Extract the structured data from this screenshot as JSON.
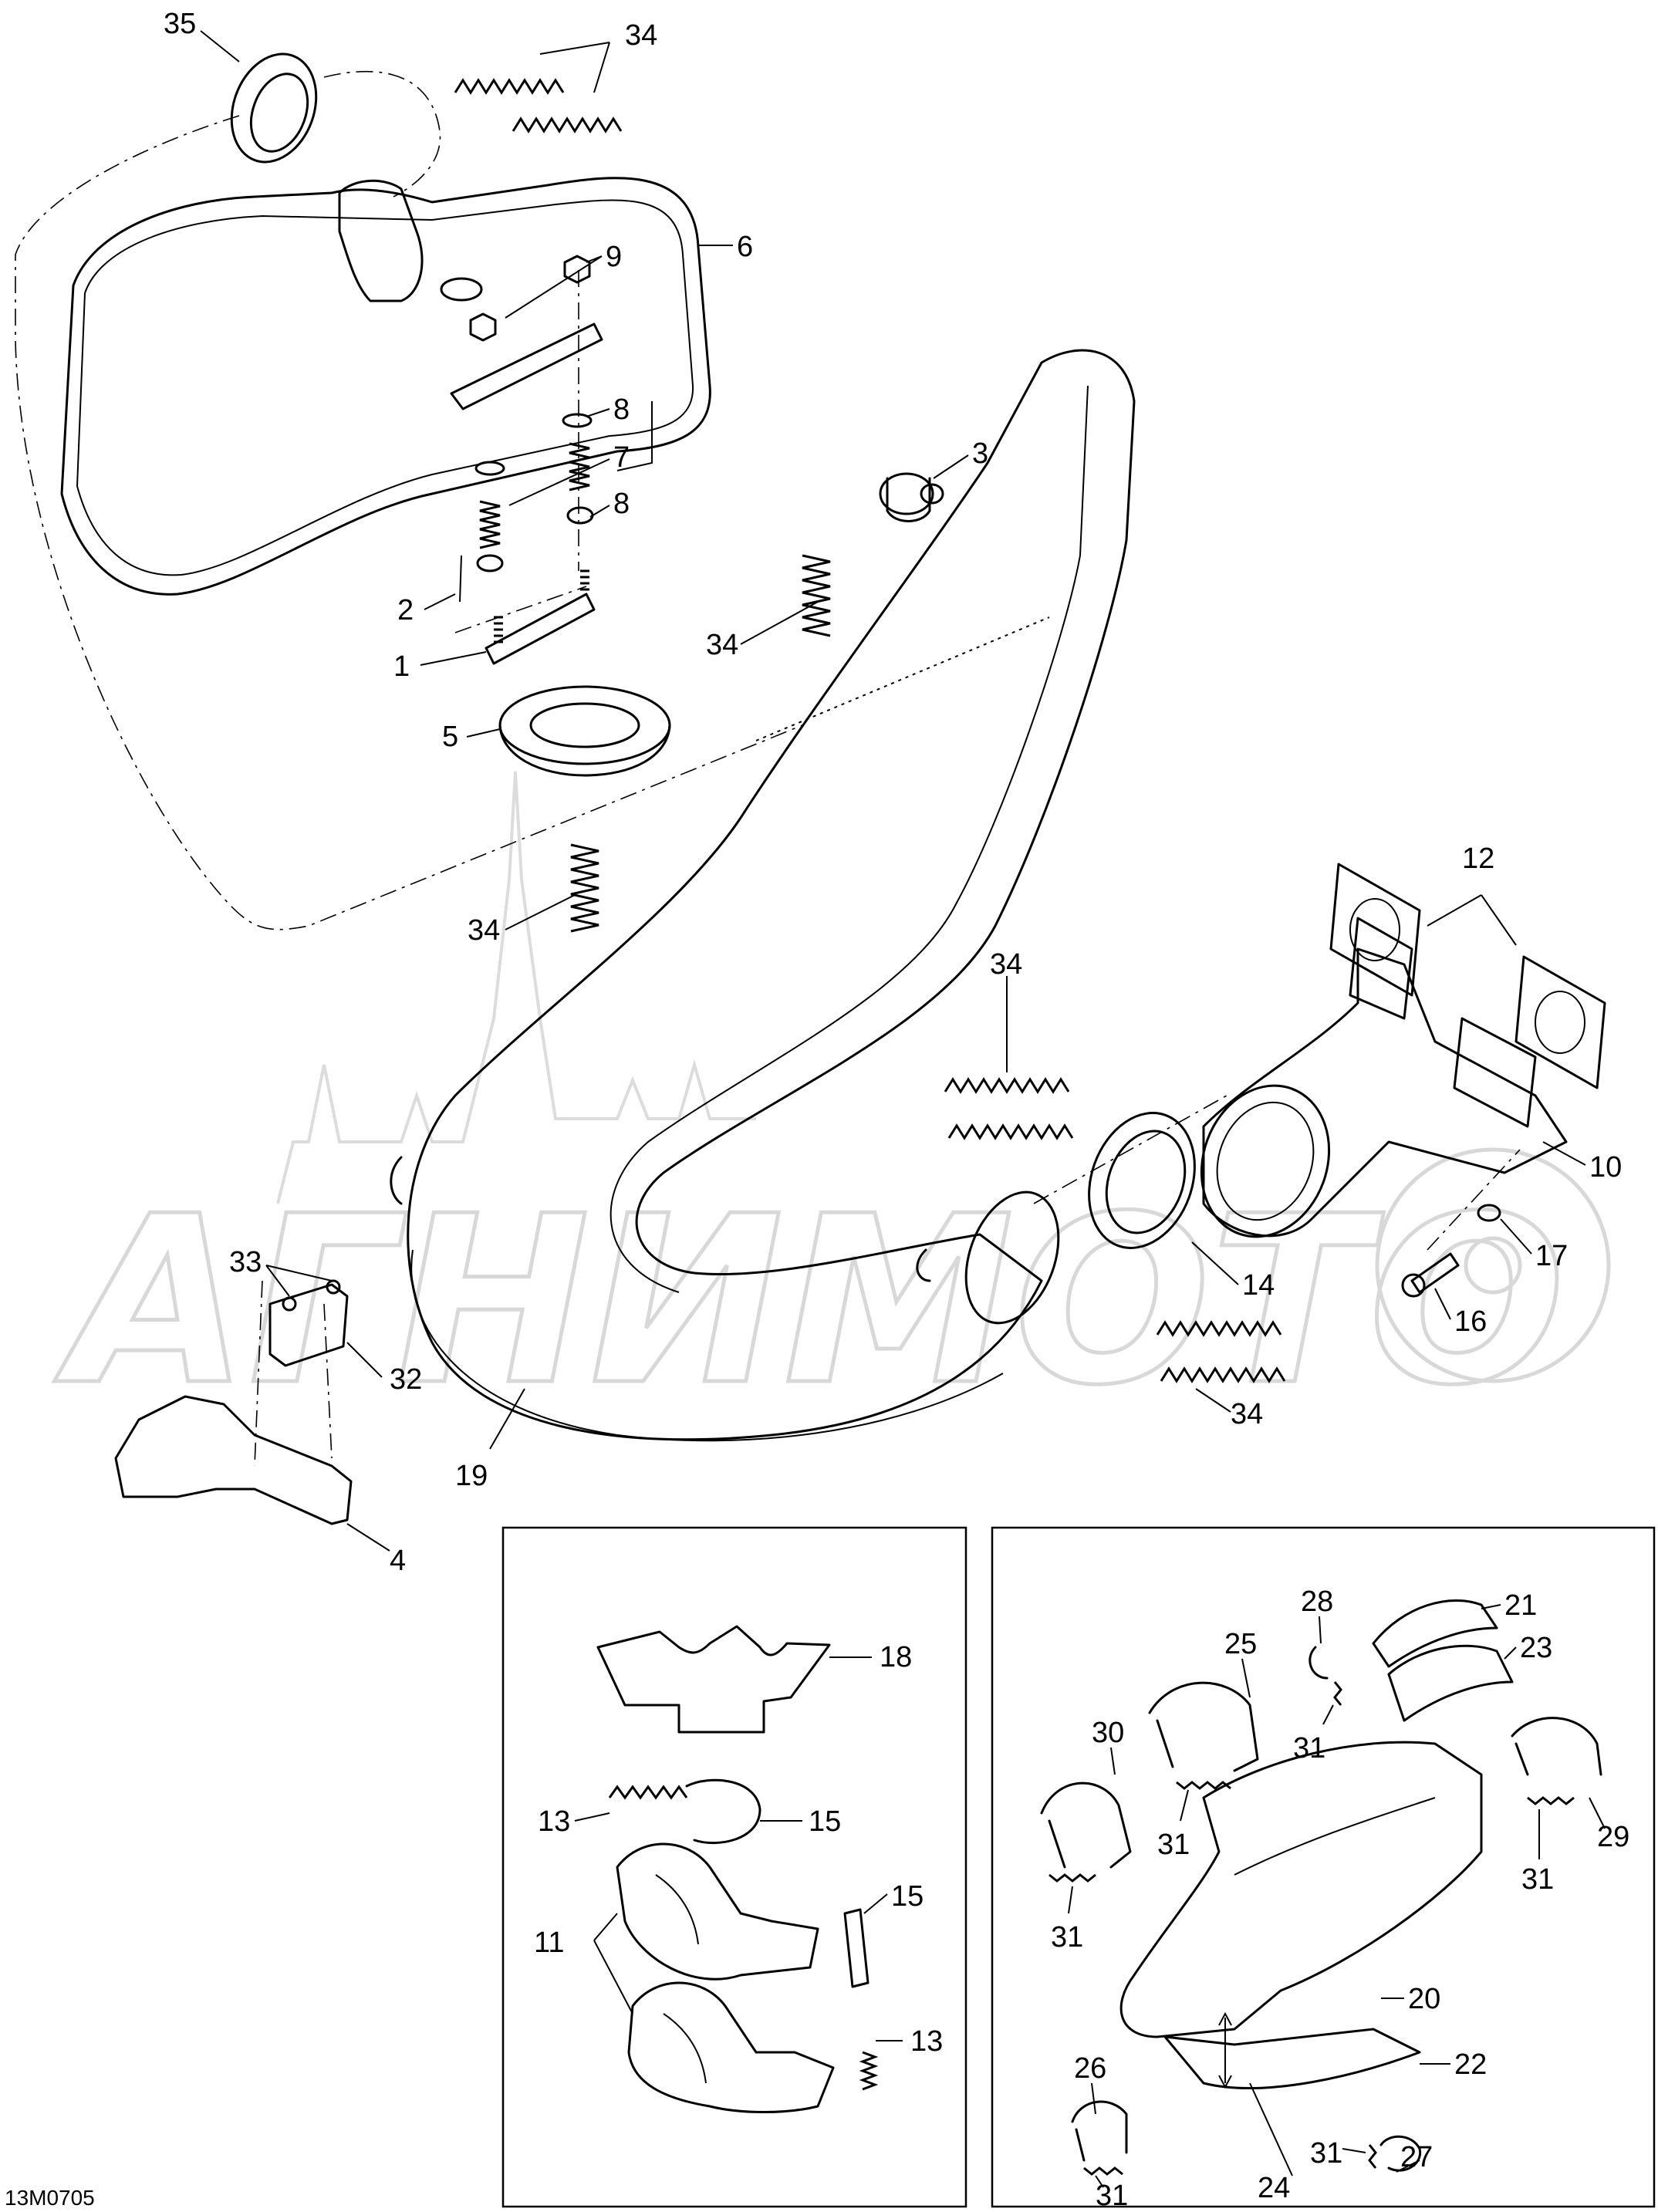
{
  "drawing": {
    "reference_code": "13M0705",
    "watermark": "АГНИМОТО"
  },
  "callouts": {
    "c35": "35",
    "c34a": "34",
    "c6": "6",
    "c9": "9",
    "c8a": "8",
    "c7": "7",
    "c8b": "8",
    "c3": "3",
    "c2": "2",
    "c34b": "34",
    "c1": "1",
    "c5": "5",
    "c34c": "34",
    "c12": "12",
    "c34d": "34",
    "c10": "10",
    "c17": "17",
    "c14": "14",
    "c16": "16",
    "c33": "33",
    "c32": "32",
    "c34e": "34",
    "c19": "19",
    "c4": "4",
    "c18": "18",
    "c13a": "13",
    "c15a": "15",
    "c15b": "15",
    "c11": "11",
    "c13b": "13",
    "c28": "28",
    "c21": "21",
    "c25": "25",
    "c23": "23",
    "c30": "30",
    "c31a": "31",
    "c31b": "31",
    "c29": "29",
    "c31c": "31",
    "c31d": "31",
    "c20": "20",
    "c26": "26",
    "c22": "22",
    "c31e": "31",
    "c27": "27",
    "c24": "24",
    "c31f": "31"
  }
}
